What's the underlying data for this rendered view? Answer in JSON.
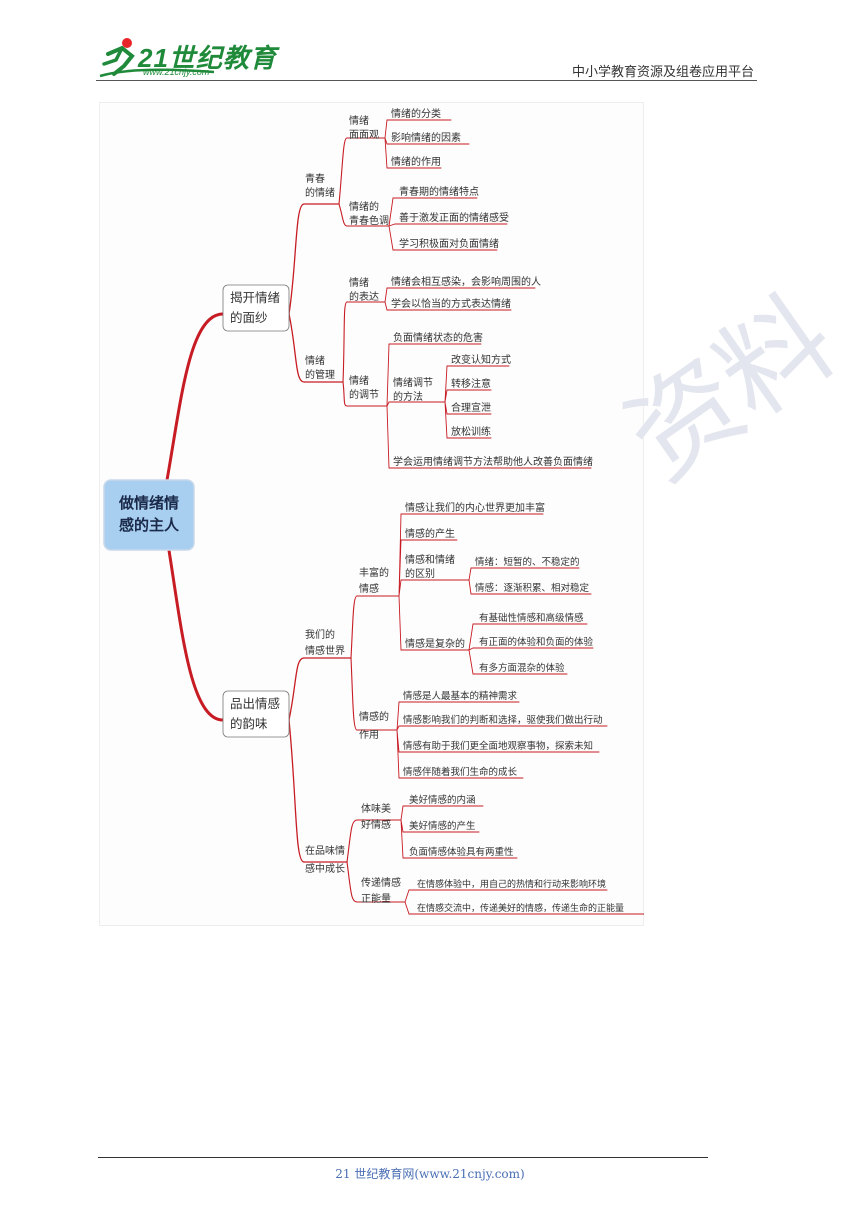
{
  "header": {
    "logo_text": "21世纪教育",
    "logo_url": "www.21cnjy.com",
    "right_text": "中小学教育资源及组卷应用平台"
  },
  "watermark": "资料",
  "footer": {
    "text": "21 世纪教育网(www.21cnjy.com)"
  },
  "mindmap": {
    "root": {
      "line1": "做情绪情",
      "line2": "感的主人"
    },
    "b1": {
      "line1": "揭开情绪",
      "line2": "的面纱",
      "s1": {
        "line1": "青春",
        "line2": "的情绪",
        "g1": {
          "line1": "情绪",
          "line2": "面面观",
          "items": [
            "情绪的分类",
            "影响情绪的因素",
            "情绪的作用"
          ]
        },
        "g2": {
          "line1": "情绪的",
          "line2": "青春色调",
          "items": [
            "青春期的情绪特点",
            "善于激发正面的情绪感受",
            "学习积极面对负面情绪"
          ]
        }
      },
      "s2": {
        "line1": "情绪",
        "line2": "的管理",
        "g1": {
          "line1": "情绪",
          "line2": "的表达",
          "items": [
            "情绪会相互感染，会影响周围的人",
            "学会以恰当的方式表达情绪"
          ]
        },
        "g2": {
          "line1": "情绪",
          "line2": "的调节",
          "item_top": "负面情绪状态的危害",
          "sub": {
            "line1": "情绪调节",
            "line2": "的方法",
            "items": [
              "改变认知方式",
              "转移注意",
              "合理宣泄",
              "放松训练"
            ]
          },
          "item_bottom": "学会运用情绪调节方法帮助他人改善负面情绪"
        }
      }
    },
    "b2": {
      "line1": "品出情感",
      "line2": "的韵味",
      "s1": {
        "line1": "我们的",
        "line2": "情感世界",
        "g1": {
          "line1": "丰富的",
          "line2": "情感",
          "item1": "情感让我们的内心世界更加丰富",
          "item2": "情感的产生",
          "diff": {
            "line1": "情感和情绪",
            "line2": "的区别",
            "items": [
              "情绪：短暂的、不稳定的",
              "情感：逐渐积累、相对稳定"
            ]
          },
          "complex": {
            "label": "情感是复杂的",
            "items": [
              "有基础性情感和高级情感",
              "有正面的体验和负面的体验",
              "有多方面混杂的体验"
            ]
          }
        },
        "g2": {
          "line1": "情感的",
          "line2": "作用",
          "items": [
            "情感是人最基本的精神需求",
            "情感影响我们的判断和选择，驱使我们做出行动",
            "情感有助于我们更全面地观察事物，探索未知",
            "情感伴随着我们生命的成长"
          ]
        }
      },
      "s2": {
        "line1": "在品味情",
        "line2": "感中成长",
        "g1": {
          "line1": "体味美",
          "line2": "好情感",
          "items": [
            "美好情感的内涵",
            "美好情感的产生",
            "负面情感体验具有两重性"
          ]
        },
        "g2": {
          "line1": "传递情感",
          "line2": "正能量",
          "items": [
            "在情感体验中，用自己的热情和行动来影响环境",
            "在情感交流中，传递美好的情感，传递生命的正能量"
          ]
        }
      }
    }
  }
}
